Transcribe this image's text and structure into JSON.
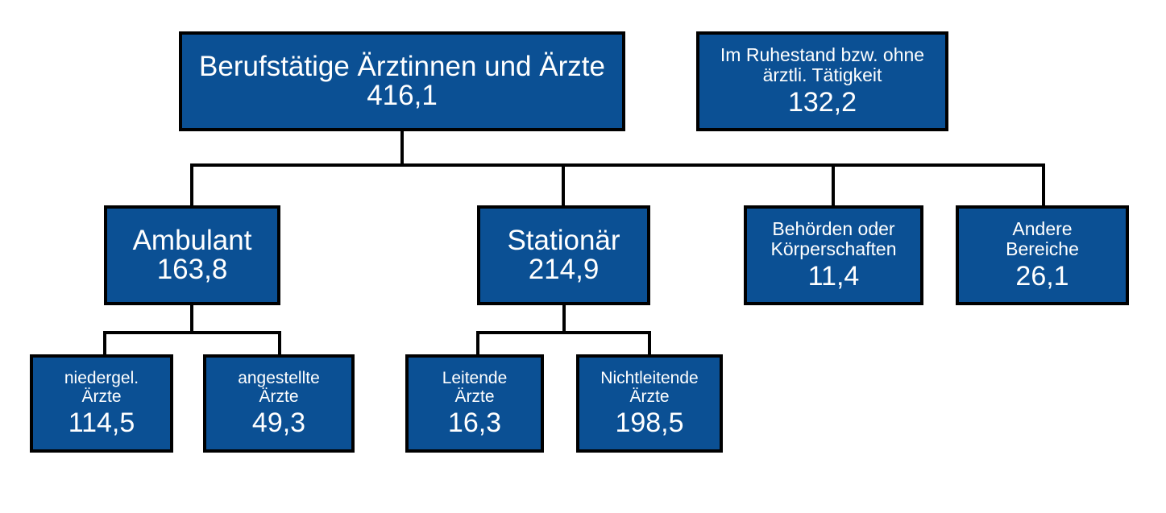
{
  "chart_data": {
    "type": "diagram",
    "diagram_kind": "organizational-tree",
    "title": "",
    "unit_note": "",
    "nodes": [
      {
        "id": "root",
        "label": "Berufstätige Ärztinnen und Ärzte",
        "value": "416,1"
      },
      {
        "id": "ruhestand",
        "label": "Im Ruhestand bzw. ohne\närztli. Tätigkeit",
        "value": "132,2"
      },
      {
        "id": "ambulant",
        "label": "Ambulant",
        "value": "163,8"
      },
      {
        "id": "stationaer",
        "label": "Stationär",
        "value": "214,9"
      },
      {
        "id": "behoerden",
        "label": "Behörden oder\nKörperschaften",
        "value": "11,4"
      },
      {
        "id": "andere",
        "label": "Andere\nBereiche",
        "value": "26,1"
      },
      {
        "id": "niedergelassene",
        "label": "niedergel.\nÄrzte",
        "value": "114,5"
      },
      {
        "id": "angestellte",
        "label": "angestellte\nÄrzte",
        "value": "49,3"
      },
      {
        "id": "leitende",
        "label": "Leitende\nÄrzte",
        "value": "16,3"
      },
      {
        "id": "nichtleitende",
        "label": "Nichtleitende\nÄrzte",
        "value": "198,5"
      }
    ],
    "edges": [
      {
        "from": "root",
        "to": "ambulant"
      },
      {
        "from": "root",
        "to": "stationaer"
      },
      {
        "from": "root",
        "to": "behoerden"
      },
      {
        "from": "root",
        "to": "andere"
      },
      {
        "from": "ambulant",
        "to": "niedergelassene"
      },
      {
        "from": "ambulant",
        "to": "angestellte"
      },
      {
        "from": "stationaer",
        "to": "leitende"
      },
      {
        "from": "stationaer",
        "to": "nichtleitende"
      }
    ],
    "colors": {
      "box_fill": "#0b5094",
      "box_border": "#000000",
      "text": "#ffffff",
      "connector": "#000000",
      "background": "#ffffff"
    }
  },
  "boxes": {
    "root": {
      "label": "Berufstätige Ärztinnen und Ärzte",
      "value": "416,1"
    },
    "ruhestand": {
      "label": "Im Ruhestand bzw. ohne\närztli. Tätigkeit",
      "value": "132,2"
    },
    "ambulant": {
      "label": "Ambulant",
      "value": "163,8"
    },
    "stationaer": {
      "label": "Stationär",
      "value": "214,9"
    },
    "behoerden": {
      "label": "Behörden oder\nKörperschaften",
      "value": "11,4"
    },
    "andere": {
      "label": "Andere\nBereiche",
      "value": "26,1"
    },
    "niedergelassene": {
      "label": "niedergel.\nÄrzte",
      "value": "114,5"
    },
    "angestellte": {
      "label": "angestellte\nÄrzte",
      "value": "49,3"
    },
    "leitende": {
      "label": "Leitende\nÄrzte",
      "value": "16,3"
    },
    "nichtleitende": {
      "label": "Nichtleitende\nÄrzte",
      "value": "198,5"
    }
  }
}
